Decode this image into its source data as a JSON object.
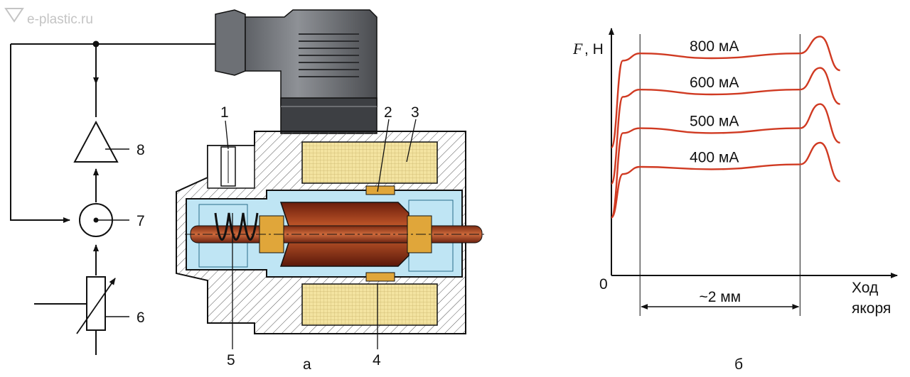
{
  "watermark": "e-plastic.ru",
  "part_labels": [
    "1",
    "2",
    "3",
    "4",
    "5",
    "6",
    "7",
    "8"
  ],
  "panel_labels": {
    "a": "а",
    "b": "б"
  },
  "colors": {
    "line": "#111111",
    "coil": "#f3e3a0",
    "cavity": "#bfe5f4",
    "armature": "#b24a2a",
    "curve": "#d03a22",
    "ring": "#e0a63a"
  },
  "chart_data": {
    "type": "line",
    "title": "",
    "y_symbol": "F",
    "y_unit": ", Н",
    "xlabel_lines": [
      "Ход",
      "якоря"
    ],
    "origin_label": "0",
    "stroke_note": "~2 мм",
    "x_domain": [
      0,
      10
    ],
    "y_domain": [
      0,
      10
    ],
    "working_range_x": [
      1.0,
      6.6
    ],
    "series": [
      {
        "name": "800 мА",
        "values": [
          [
            0,
            5.3
          ],
          [
            0.4,
            8.9
          ],
          [
            1.0,
            9.2
          ],
          [
            3.5,
            9.0
          ],
          [
            6.6,
            9.2
          ],
          [
            7.3,
            9.9
          ],
          [
            8.0,
            8.5
          ]
        ]
      },
      {
        "name": "600 мА",
        "values": [
          [
            0,
            3.8
          ],
          [
            0.4,
            7.4
          ],
          [
            1.0,
            7.7
          ],
          [
            3.5,
            7.5
          ],
          [
            6.6,
            7.7
          ],
          [
            7.3,
            8.6
          ],
          [
            8.0,
            7.1
          ]
        ]
      },
      {
        "name": "500 мА",
        "values": [
          [
            0,
            2.4
          ],
          [
            0.4,
            5.9
          ],
          [
            1.0,
            6.1
          ],
          [
            3.5,
            5.9
          ],
          [
            6.6,
            6.1
          ],
          [
            7.3,
            7.1
          ],
          [
            8.0,
            5.5
          ]
        ]
      },
      {
        "name": "400 мА",
        "values": [
          [
            0,
            2.4
          ],
          [
            0.4,
            4.2
          ],
          [
            1.0,
            4.5
          ],
          [
            3.5,
            4.4
          ],
          [
            6.6,
            4.6
          ],
          [
            7.3,
            5.5
          ],
          [
            8.0,
            3.9
          ]
        ]
      }
    ]
  }
}
